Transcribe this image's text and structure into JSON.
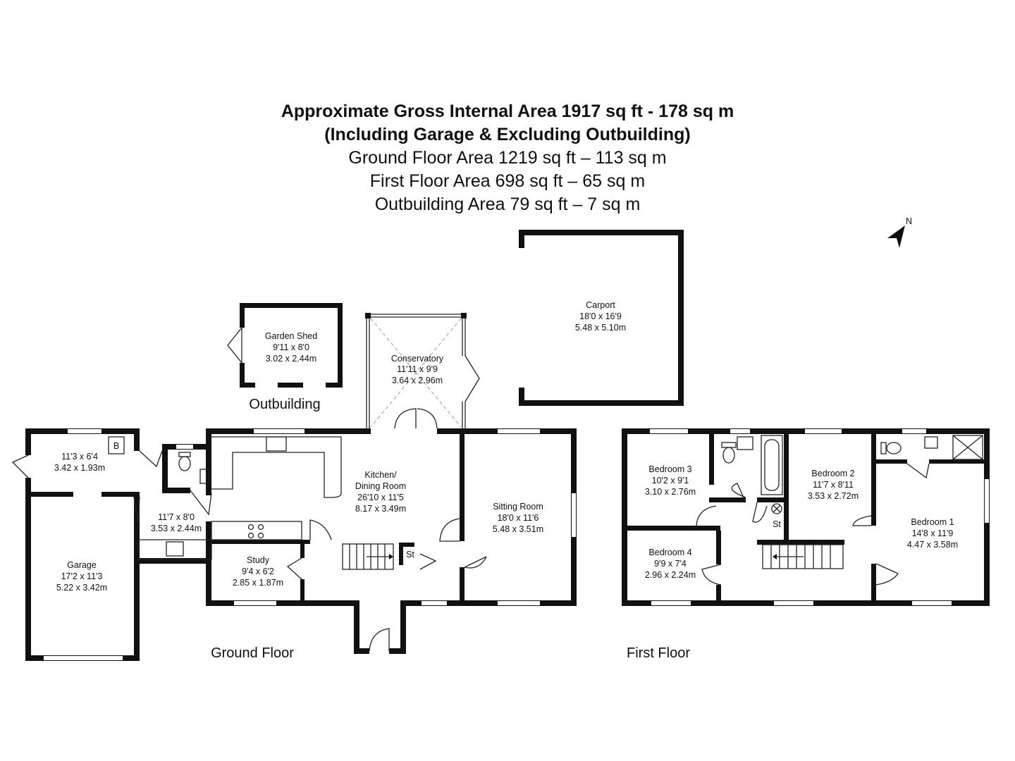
{
  "header": {
    "line1": "Approximate Gross Internal Area 1917 sq ft - 178 sq m",
    "line2": "(Including Garage & Excluding Outbuilding)",
    "line3": "Ground Floor Area 1219 sq ft – 113 sq m",
    "line4": "First Floor Area 698 sq ft – 65 sq m",
    "line5": "Outbuilding Area 79 sq ft – 7 sq m"
  },
  "compass": {
    "label": "N"
  },
  "captions": {
    "ground_floor": "Ground Floor",
    "first_floor": "First Floor",
    "outbuilding": "Outbuilding"
  },
  "rooms": {
    "carport": {
      "name": "Carport",
      "imperial": "18'0 x 16'9",
      "metric": "5.48 x 5.10m"
    },
    "garden_shed": {
      "name": "Garden Shed",
      "imperial": "9'11 x 8'0",
      "metric": "3.02 x 2.44m"
    },
    "conservatory": {
      "name": "Conservatory",
      "imperial": "11'11 x 9'9",
      "metric": "3.64 x 2.96m"
    },
    "store_room": {
      "imperial": "11'3 x 6'4",
      "metric": "3.42 x 1.93m",
      "boiler": "B"
    },
    "garage": {
      "name": "Garage",
      "imperial": "17'2 x 11'3",
      "metric": "5.22 x 3.42m"
    },
    "utility": {
      "imperial": "11'7 x 8'0",
      "metric": "3.53 x 2.44m"
    },
    "kitchen": {
      "name1": "Kitchen/",
      "name2": "Dining Room",
      "imperial": "26'10 x 11'5",
      "metric": "8.17 x 3.49m"
    },
    "sitting_room": {
      "name": "Sitting Room",
      "imperial": "18'0 x 11'6",
      "metric": "5.48 x 3.51m"
    },
    "study": {
      "name": "Study",
      "imperial": "9'4 x 6'2",
      "metric": "2.85 x 1.87m"
    },
    "ground_store": {
      "name": "St"
    },
    "bedroom3": {
      "name": "Bedroom 3",
      "imperial": "10'2 x 9'1",
      "metric": "3.10 x 2.76m"
    },
    "bedroom2": {
      "name": "Bedroom 2",
      "imperial": "11'7 x 8'11",
      "metric": "3.53 x 2.72m"
    },
    "bedroom1": {
      "name": "Bedroom 1",
      "imperial": "14'8 x 11'9",
      "metric": "4.47 x 3.58m"
    },
    "bedroom4": {
      "name": "Bedroom 4",
      "imperial": "9'9 x 7'4",
      "metric": "2.96 x 2.24m"
    },
    "first_store": {
      "name": "St"
    }
  }
}
